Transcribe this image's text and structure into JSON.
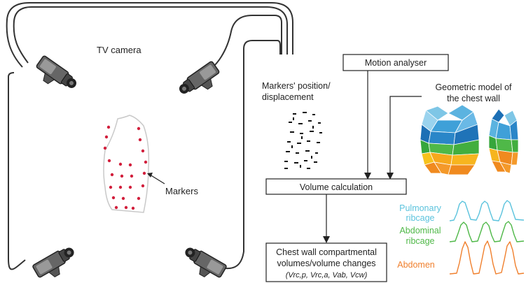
{
  "labels": {
    "tv_camera": "TV camera",
    "motion_analyser": "Motion analyser",
    "markers_position_1": "Markers' position/",
    "markers_position_2": "displacement",
    "geometric_model_1": "Geometric model of",
    "geometric_model_2": "the chest wall",
    "markers": "Markers",
    "volume_calculation": "Volume calculation",
    "output_1": "Chest wall compartmental",
    "output_2": "volumes/volume changes",
    "output_3": "(Vrc,p, Vrc,a, Vab, Vcw)",
    "pulmonary_1": "Pulmonary",
    "pulmonary_2": "ribcage",
    "abdominal_1": "Abdominal",
    "abdominal_2": "ribcage",
    "abdomen": "Abdomen"
  },
  "colors": {
    "cable": "#333333",
    "marker": "#d21f3c",
    "pulmonary": "#5bc3dd",
    "abdominal": "#4fb848",
    "abdomen": "#f07f2c"
  },
  "icons": [
    "tv-camera-icon",
    "chest-wall-model-icon",
    "marker-cloud-icon"
  ]
}
